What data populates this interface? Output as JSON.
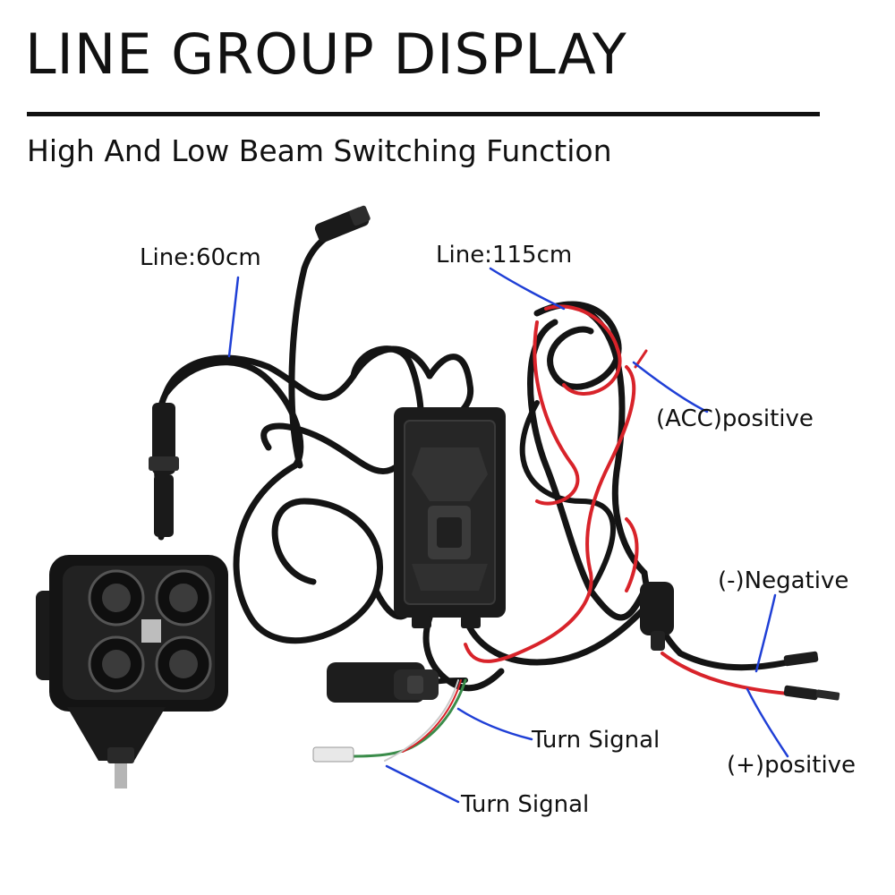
{
  "header": {
    "title": "LINE GROUP DISPLAY",
    "subtitle": "High And Low Beam Switching Function"
  },
  "callouts": {
    "line_60": "Line:60cm",
    "line_115": "Line:115cm",
    "acc_positive": "(ACC)positive",
    "negative": "(-)Negative",
    "positive": "(+)positive",
    "turn_signal_1": "Turn Signal",
    "turn_signal_2": "Turn Signal"
  },
  "colors": {
    "text": "#111111",
    "leader": "#1f3fd6",
    "wire_black": "#141414",
    "wire_red": "#d8232a",
    "wire_green": "#3a8c4a"
  }
}
